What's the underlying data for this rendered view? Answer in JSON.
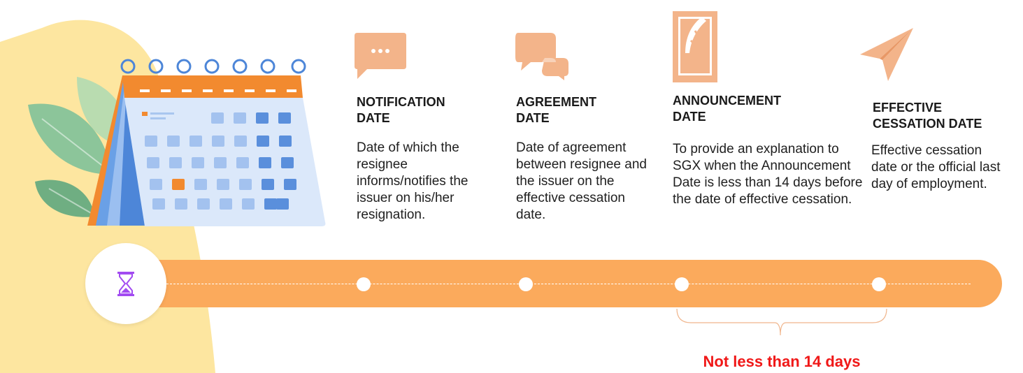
{
  "steps": [
    {
      "title_line1": "NOTIFICATION",
      "title_line2": "DATE",
      "description": "Date of which the resignee informs/notifies the issuer on his/her resignation.",
      "icon": "chat-bubble-icon"
    },
    {
      "title_line1": "AGREEMENT",
      "title_line2": "DATE",
      "description": "Date of agreement between resignee and the issuer on the effective cessation date.",
      "icon": "conversation-icon"
    },
    {
      "title_line1": "ANNOUNCEMENT",
      "title_line2": "DATE",
      "description": "To provide an explanation to SGX when the Announcement Date is less than 14 days before the date of effective cessation.",
      "icon": "document-quill-icon"
    },
    {
      "title_line1": "EFFECTIVE",
      "title_line2": "CESSATION DATE",
      "description": "Effective cessation date or the official last day of employment.",
      "icon": "paper-plane-icon"
    }
  ],
  "bracket_note": "Not less than 14 days",
  "timeline_icon": "hourglass-icon",
  "colors": {
    "accent": "#fbaa5c",
    "icon_peach": "#f3b48a",
    "note_red": "#f01818",
    "blob_yellow": "#fde6a0",
    "hourglass_purple": "#a24bf1"
  }
}
